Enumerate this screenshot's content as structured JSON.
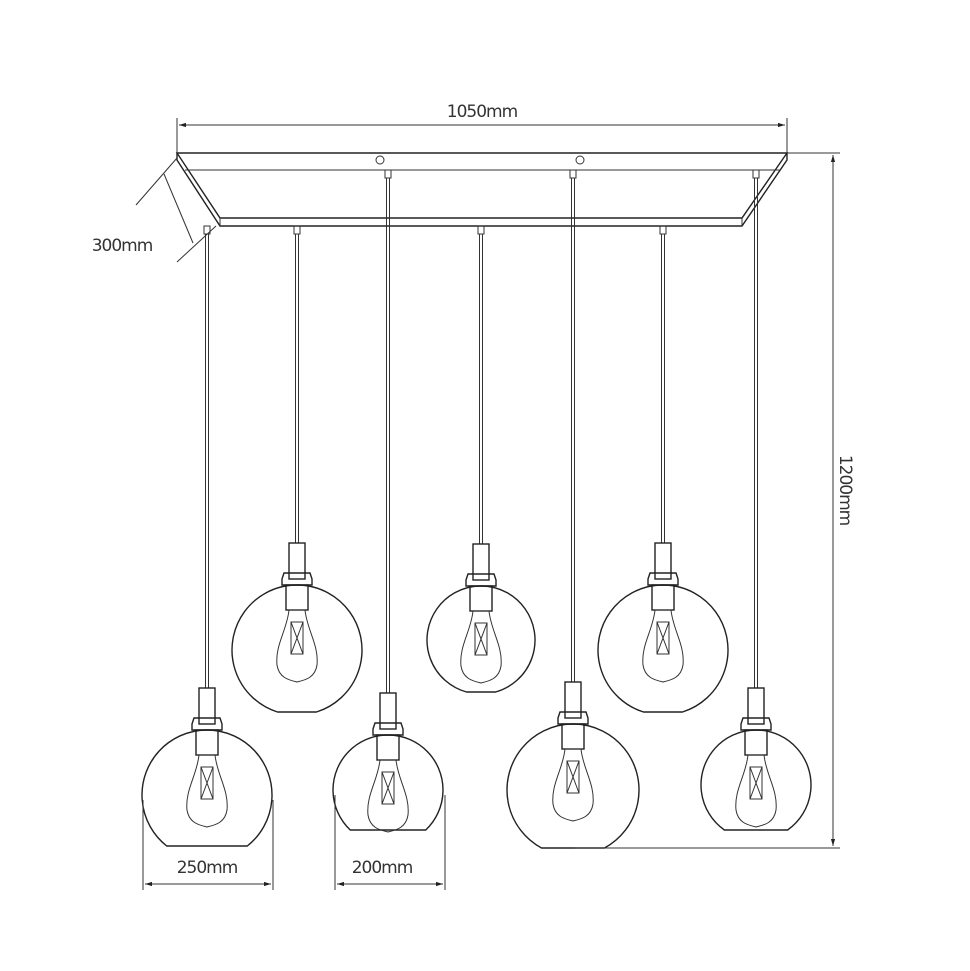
{
  "title": "7-light pendant dimension drawing",
  "dimensions": {
    "width": "1050mm",
    "depth": "300mm",
    "height": "1200mm",
    "large_globe": "250mm",
    "small_globe": "200mm"
  },
  "pendant_count": 7,
  "line_color": "#222222"
}
